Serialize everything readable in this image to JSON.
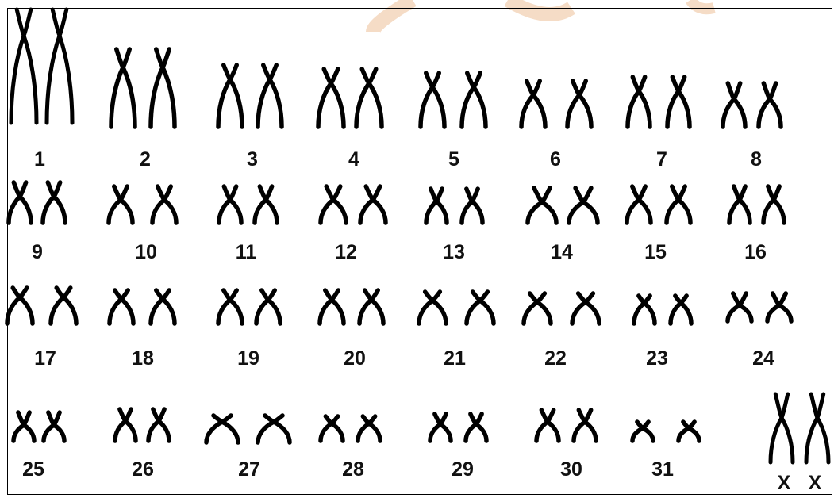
{
  "watermark": {
    "color": "#f5dcc6"
  },
  "line_color": "#000000",
  "label_color": "#111111",
  "pairs": [
    {
      "label": "1"
    },
    {
      "label": "2"
    },
    {
      "label": "3"
    },
    {
      "label": "4"
    },
    {
      "label": "5"
    },
    {
      "label": "6"
    },
    {
      "label": "7"
    },
    {
      "label": "8"
    },
    {
      "label": "9"
    },
    {
      "label": "10"
    },
    {
      "label": "11"
    },
    {
      "label": "12"
    },
    {
      "label": "13"
    },
    {
      "label": "14"
    },
    {
      "label": "15"
    },
    {
      "label": "16"
    },
    {
      "label": "17"
    },
    {
      "label": "18"
    },
    {
      "label": "19"
    },
    {
      "label": "20"
    },
    {
      "label": "21"
    },
    {
      "label": "22"
    },
    {
      "label": "23"
    },
    {
      "label": "24"
    },
    {
      "label": "25"
    },
    {
      "label": "26"
    },
    {
      "label": "27"
    },
    {
      "label": "28"
    },
    {
      "label": "29"
    },
    {
      "label": "30"
    },
    {
      "label": "31"
    }
  ],
  "sex_chromosomes": [
    "X",
    "X"
  ]
}
